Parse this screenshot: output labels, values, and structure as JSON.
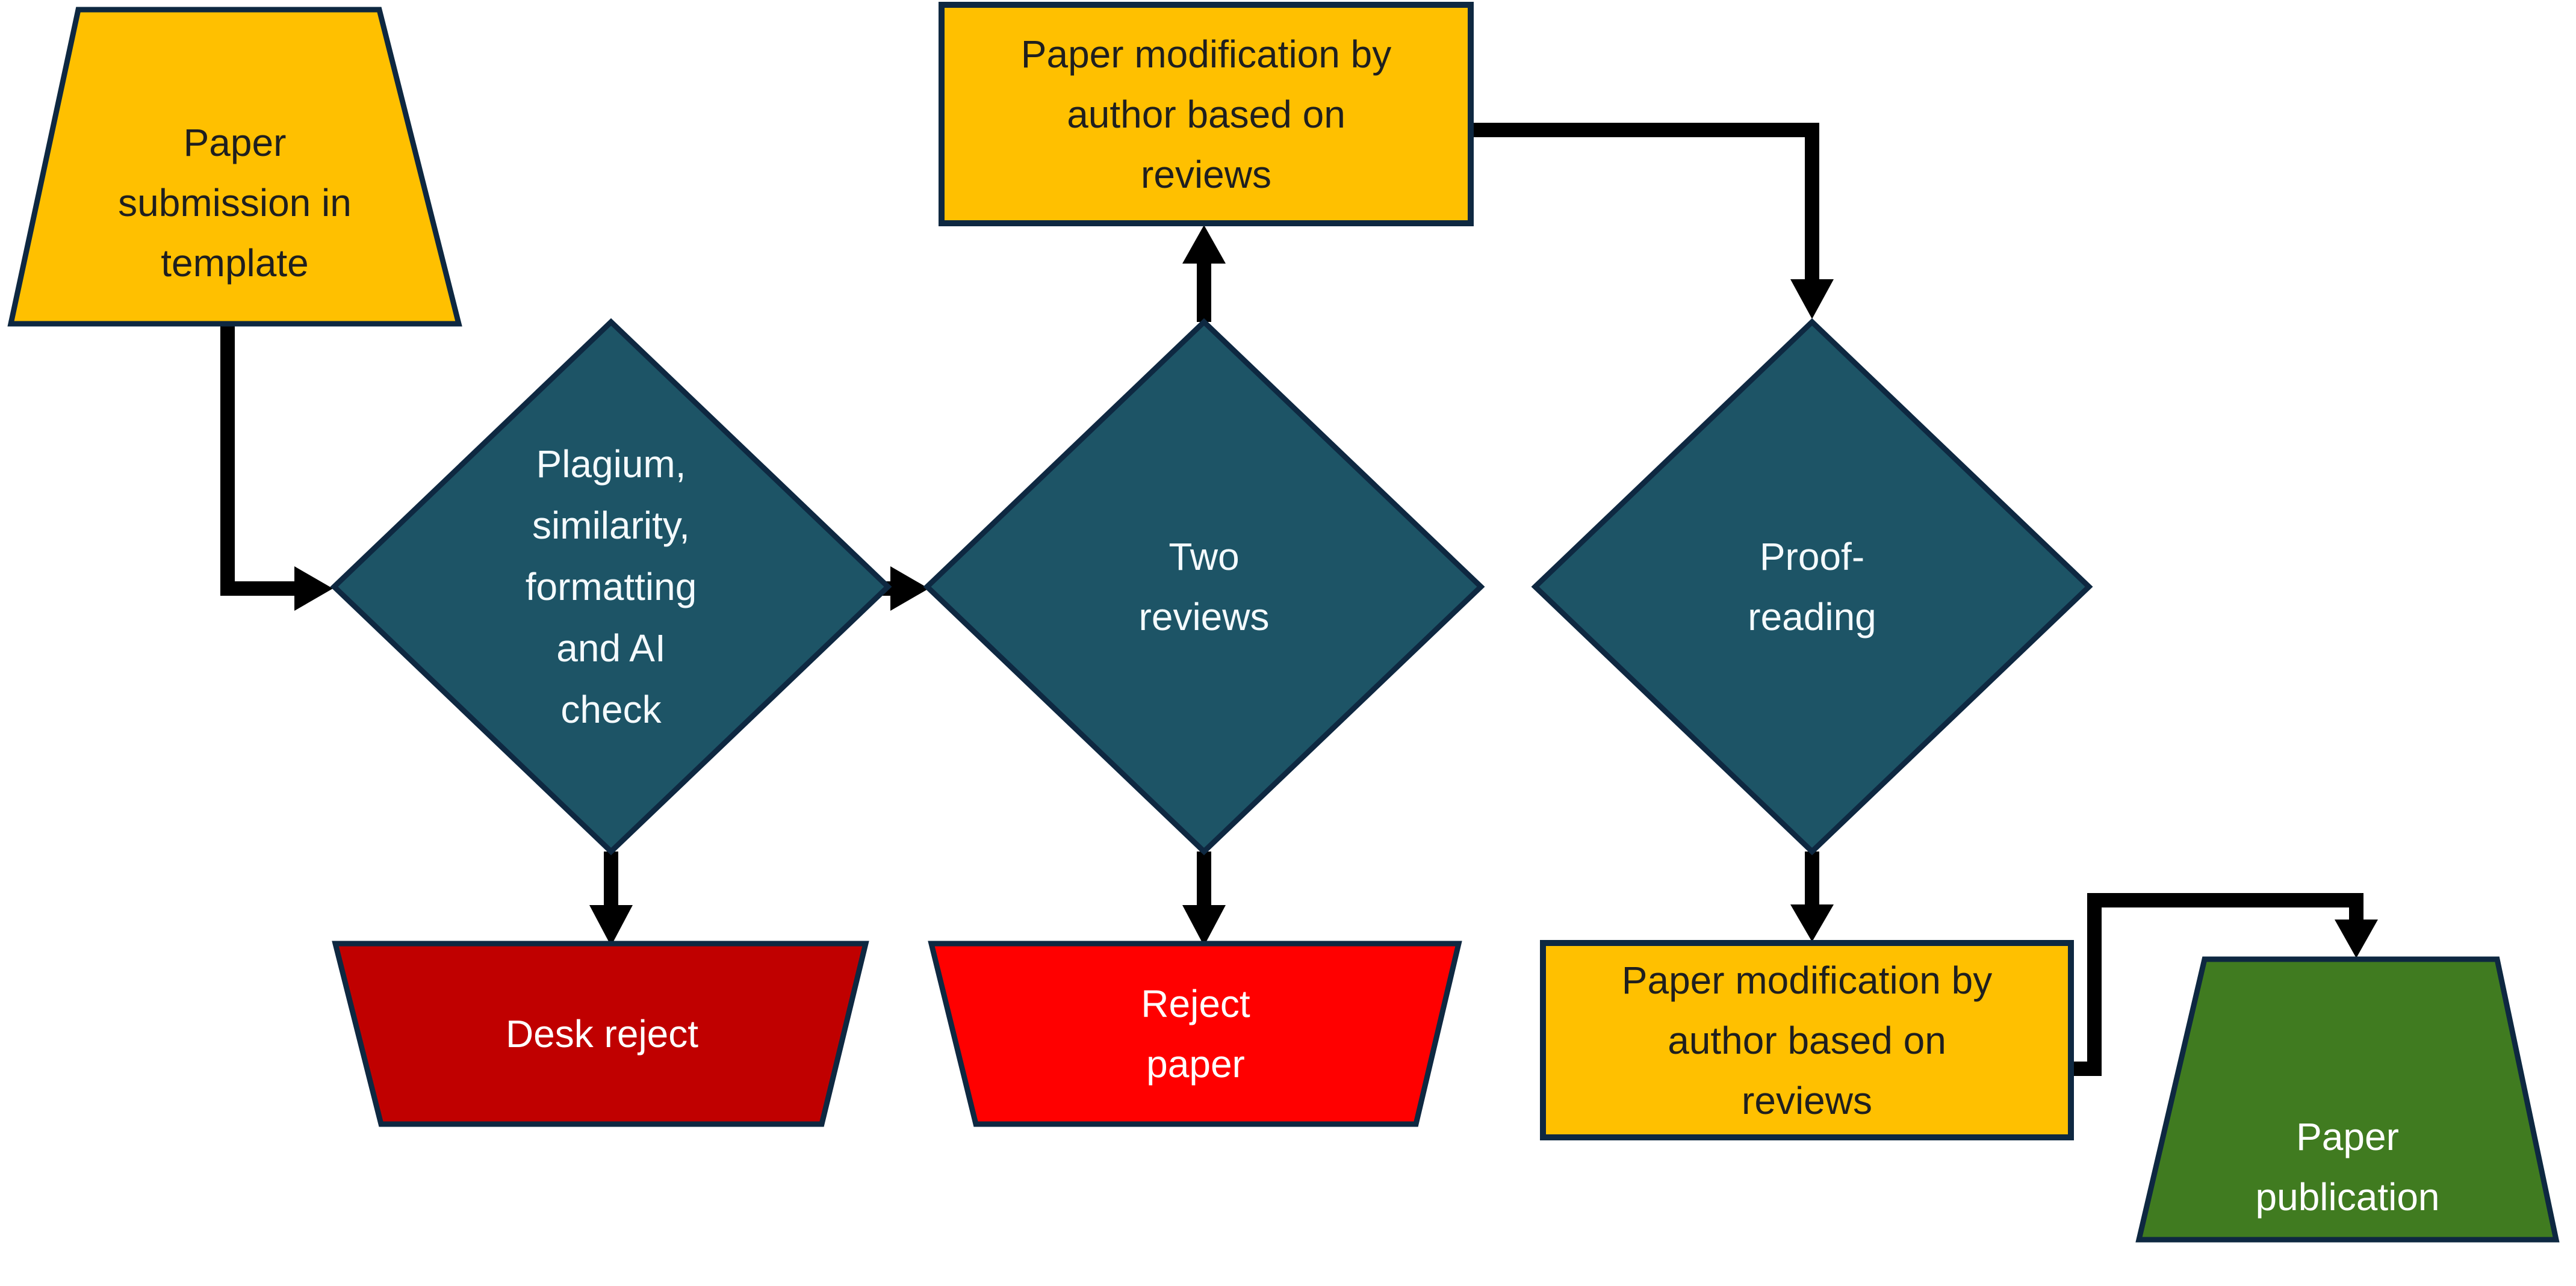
{
  "diagram": {
    "description": "Paper submission and review process flowchart",
    "colors": {
      "background": "#FFFFFF",
      "outline": "#0E2841",
      "connector": "#000000",
      "diamond_fill": "#1D5466",
      "gold": "#FFC000",
      "dark_red": "#C00000",
      "bright_red": "#FF0000",
      "green": "#407B20"
    },
    "nodes": [
      {
        "id": "submission",
        "shape": "trapezoid",
        "label": "Paper\nsubmission in\ntemplate",
        "fill": "#FFC000",
        "text_color": "#1F1F1F"
      },
      {
        "id": "initial-checks",
        "shape": "decision-diamond",
        "label": "Plagium,\nsimilarity,\nformatting\nand AI\ncheck",
        "fill": "#1D5466",
        "text_color": "#F4FAFD"
      },
      {
        "id": "desk-reject",
        "shape": "inverted-trapezoid",
        "label": "Desk reject",
        "fill": "#C00000",
        "text_color": "#FFFFFF"
      },
      {
        "id": "two-reviews",
        "shape": "decision-diamond",
        "label": "Two\nreviews",
        "fill": "#1D5466",
        "text_color": "#F4FAFD"
      },
      {
        "id": "modification-after-reviews",
        "shape": "process-rect",
        "label": "Paper modification by\nauthor based on\nreviews",
        "fill": "#FFC000",
        "text_color": "#1F1F1F"
      },
      {
        "id": "proof-reading",
        "shape": "decision-diamond",
        "label": "Proof-\nreading",
        "fill": "#1D5466",
        "text_color": "#F4FAFD"
      },
      {
        "id": "reject-paper",
        "shape": "inverted-trapezoid",
        "label": "Reject\npaper",
        "fill": "#FF0000",
        "text_color": "#FFFFFF"
      },
      {
        "id": "modification-after-proofreading",
        "shape": "process-rect",
        "label": "Paper modification by\nauthor based on\nreviews",
        "fill": "#FFC000",
        "text_color": "#1F1F1F"
      },
      {
        "id": "publication",
        "shape": "trapezoid",
        "label": "Paper\npublication",
        "fill": "#407B20",
        "text_color": "#FFFFFF"
      }
    ],
    "edges": [
      {
        "from": "submission",
        "to": "initial-checks"
      },
      {
        "from": "initial-checks",
        "to": "desk-reject"
      },
      {
        "from": "initial-checks",
        "to": "two-reviews"
      },
      {
        "from": "two-reviews",
        "to": "modification-after-reviews"
      },
      {
        "from": "modification-after-reviews",
        "to": "proof-reading"
      },
      {
        "from": "two-reviews",
        "to": "reject-paper"
      },
      {
        "from": "proof-reading",
        "to": "modification-after-proofreading"
      },
      {
        "from": "modification-after-proofreading",
        "to": "publication"
      }
    ]
  }
}
